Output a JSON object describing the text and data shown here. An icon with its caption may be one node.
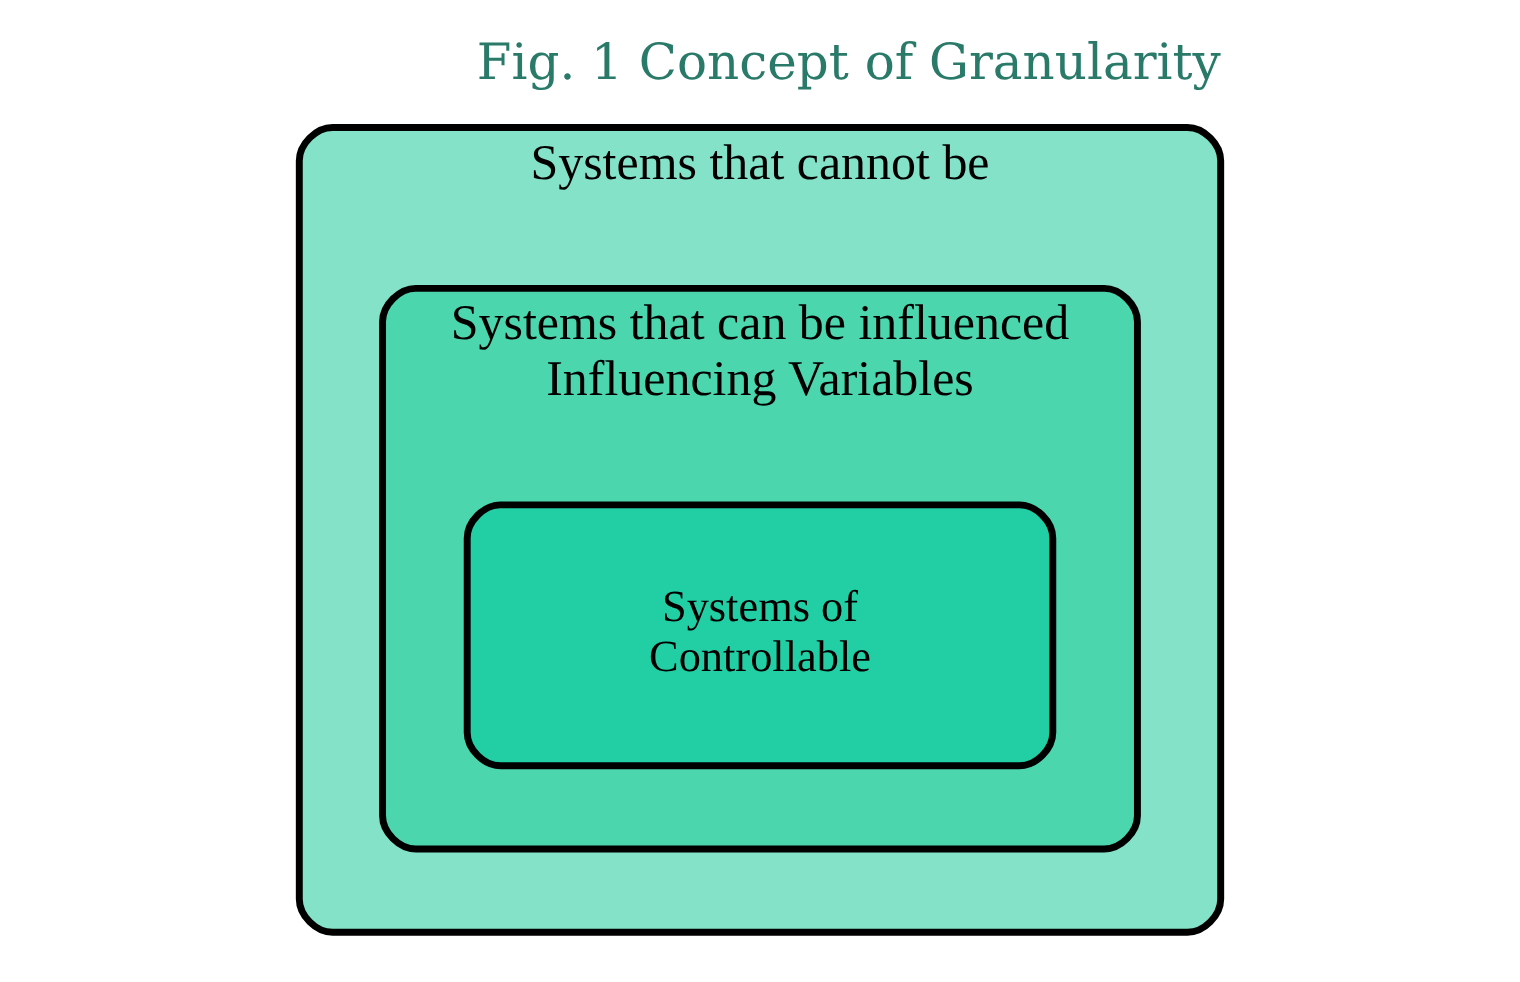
{
  "diagram": {
    "title": "Fig. 1 Concept of Granularity",
    "nodes": [
      {
        "text": [
          "Systems that cannot be"
        ]
      },
      {
        "text": [
          "Systems that can be influenced",
          "Influencing Variables"
        ],
        "in": 0
      },
      {
        "text": [
          "Systems of",
          "Controllable"
        ],
        "in": 1
      }
    ]
  }
}
